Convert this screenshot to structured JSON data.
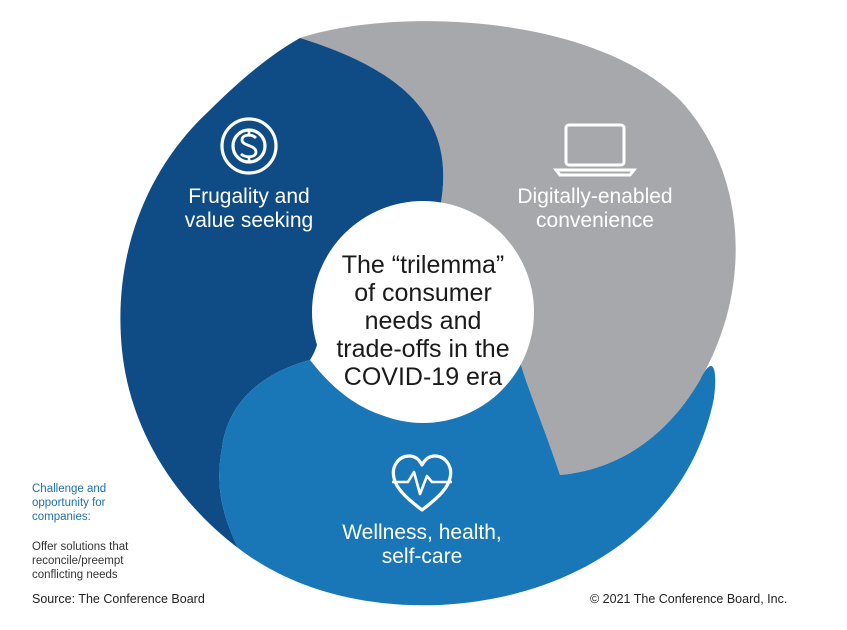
{
  "colors": {
    "frugality": "#0f4c86",
    "digital": "#a6a8ab",
    "wellness": "#1a77b7",
    "center": "#ffffff"
  },
  "segments": {
    "frugality": {
      "label_lines": [
        "Frugality and",
        "value seeking"
      ],
      "icon": "dollar-coin-icon"
    },
    "digital": {
      "label_lines": [
        "Digitally-enabled",
        "convenience"
      ],
      "icon": "laptop-icon"
    },
    "wellness": {
      "label_lines": [
        "Wellness, health,",
        "self-care"
      ],
      "icon": "heart-pulse-icon"
    }
  },
  "center": {
    "lines": [
      "The “trilemma”",
      "of consumer",
      "needs and",
      "trade-offs in the",
      "COVID-19 era"
    ]
  },
  "side_note": {
    "title_lines": [
      "Challenge and",
      "opportunity for",
      "companies:"
    ],
    "body_lines": [
      "Offer solutions that",
      "reconcile/preempt",
      "conflicting needs"
    ]
  },
  "footer": {
    "source": "Source: The Conference Board",
    "copyright": "© 2021 The Conference Board, Inc."
  }
}
